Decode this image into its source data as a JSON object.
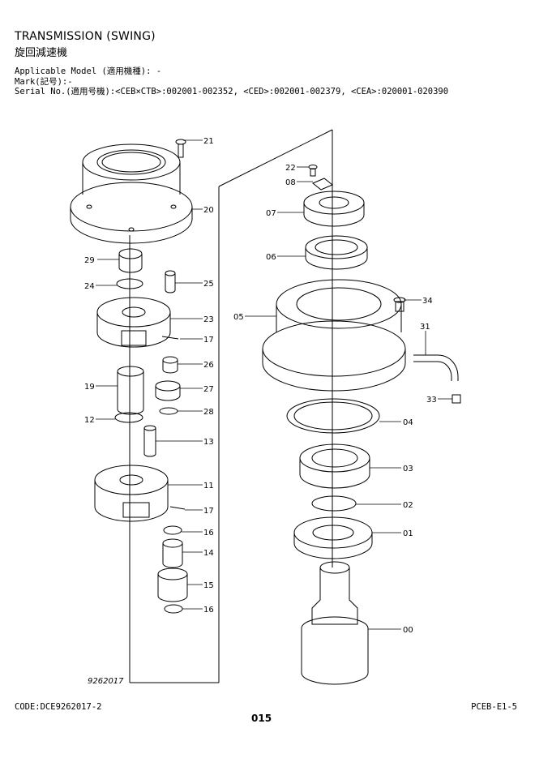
{
  "header": {
    "title": "TRANSMISSION (SWING)",
    "title_jp": "旋回減速機",
    "applicable_model": "Applicable Model (適用機種): -",
    "mark": "Mark(記号):-",
    "serial": "Serial No.(適用号機):<CEB×CTB>:002001-002352, <CED>:002001-002379, <CEA>:020001-020390"
  },
  "diagram": {
    "ref": "9262017",
    "callouts": [
      "21",
      "20",
      "29",
      "24",
      "25",
      "23",
      "17",
      "26",
      "19",
      "27",
      "28",
      "12",
      "13",
      "11",
      "17",
      "16",
      "14",
      "15",
      "16",
      "22",
      "08",
      "07",
      "06",
      "05",
      "34",
      "31",
      "33",
      "04",
      "03",
      "02",
      "01",
      "00"
    ]
  },
  "footer": {
    "code": "CODE:DCE9262017-2",
    "page": "015",
    "ref": "PCEB-E1-5"
  }
}
